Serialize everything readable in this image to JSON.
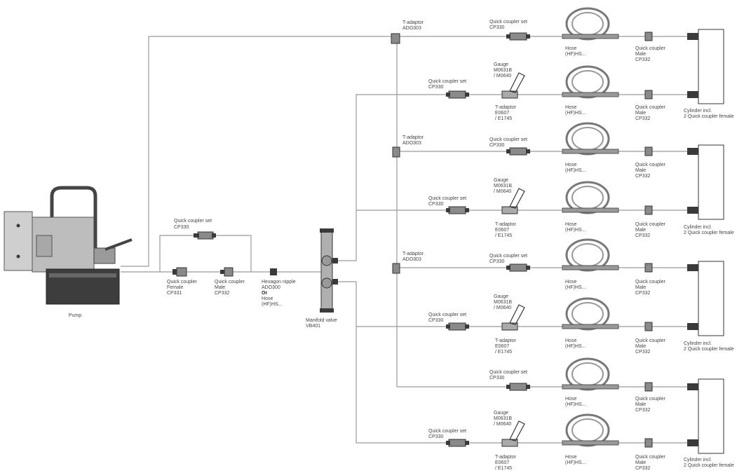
{
  "pump": {
    "label": "Pump"
  },
  "supply": {
    "coupler_set": {
      "line1": "Quick coupler set",
      "line2": "CP330"
    },
    "female": {
      "line1": "Quick coupler",
      "line2": "Female",
      "line3": "CP331"
    },
    "male": {
      "line1": "Quick coupler",
      "line2": "Male",
      "line3": "CP332"
    },
    "nipple": {
      "line1": "Hexagon nipple",
      "line2": "ADO300",
      "or": "Or",
      "line3": "Hose",
      "line4": "(HF)HS..."
    }
  },
  "manifold": {
    "line1": "Manifold valve",
    "line2": "VB401"
  },
  "text": {
    "t_adaptor": "T-adaptor",
    "t_adaptor_top_code": "ADO303",
    "qc_set": "Quick coupler set",
    "qc_set_code": "CP330",
    "gauge": "Gauge",
    "gauge_code1": "M0631B",
    "gauge_code2": "/ M0640",
    "ta_code1": "E0607",
    "ta_code2": "/ E1745",
    "hose": "Hose",
    "hose_code": "(HF)HS...",
    "qc": "Quick coupler",
    "male": "Male",
    "male_code": "CP332",
    "cyl1": "Cylinder incl.",
    "cyl2": "2 Quick coupler female"
  }
}
